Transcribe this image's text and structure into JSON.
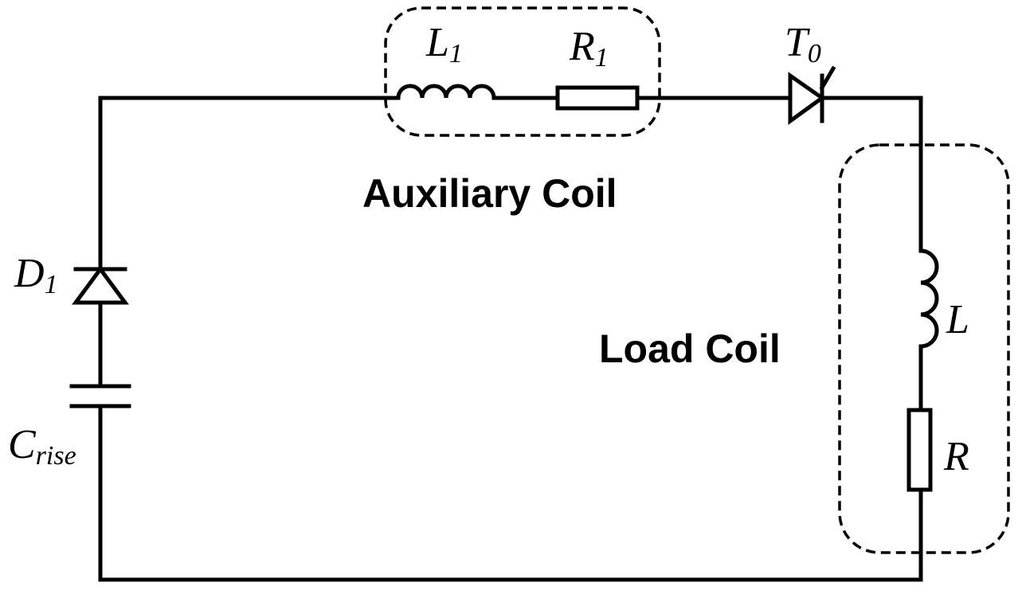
{
  "components": {
    "L1": {
      "symbol": "L",
      "subscript": "1"
    },
    "R1": {
      "symbol": "R",
      "subscript": "1"
    },
    "T0": {
      "symbol": "T",
      "subscript": "0"
    },
    "D1": {
      "symbol": "D",
      "subscript": "1"
    },
    "Crise": {
      "symbol": "C",
      "subscript": "rise"
    },
    "L": {
      "symbol": "L"
    },
    "R": {
      "symbol": "R"
    }
  },
  "groups": {
    "auxiliary": {
      "label": "Auxiliary Coil"
    },
    "load": {
      "label": "Load Coil"
    }
  }
}
